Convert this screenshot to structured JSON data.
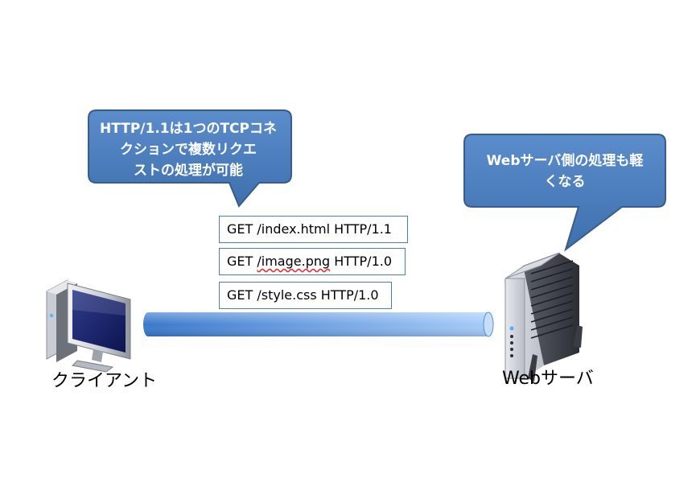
{
  "callouts": {
    "client": {
      "line1": "HTTP/1.1は1つのTCPコネ",
      "line2": "クションで複数リクエ",
      "line3": "ストの処理が可能"
    },
    "server": {
      "line1": "Webサーバ側の処理も軽",
      "line2": "くなる"
    }
  },
  "requests": [
    {
      "method": "GET",
      "path": "/index.html",
      "version": "HTTP/1.1"
    },
    {
      "method": "GET",
      "path": "/image.png",
      "version": "HTTP/1.0"
    },
    {
      "method": "GET",
      "path": "/style.css",
      "version": "HTTP/1.0"
    }
  ],
  "nodes": {
    "client": {
      "label": "クライアント",
      "icon": "desktop-computer-icon"
    },
    "server": {
      "label": "Webサーバ",
      "icon": "tower-server-icon"
    }
  },
  "colors": {
    "callout_fill": "#4f81bd",
    "callout_stroke": "#385d8a",
    "box_border": "#4a7ebb",
    "pipe_left": "#3a78cc",
    "pipe_right": "#a8cdfa"
  }
}
